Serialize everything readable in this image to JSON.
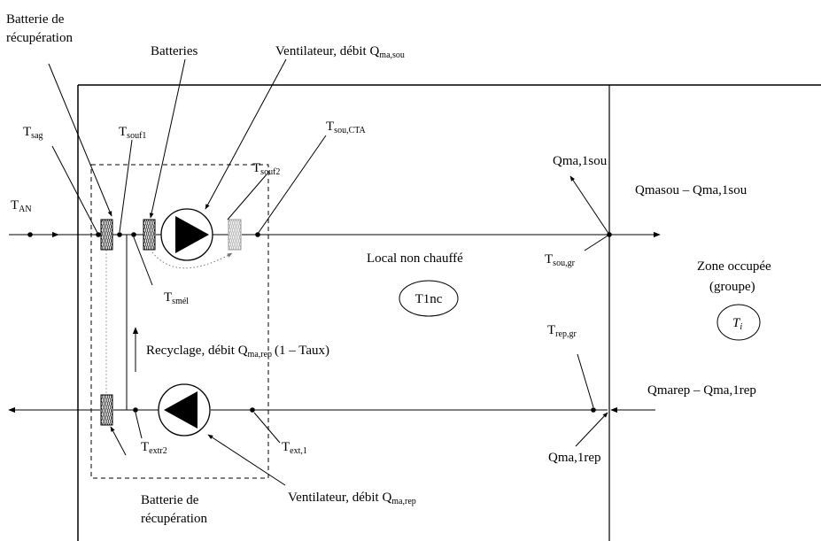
{
  "labels": {
    "batterie_recup_top_1": "Batterie de",
    "batterie_recup_top_2": "récupération",
    "batteries": "Batteries",
    "ventilateur_sou": "Ventilateur, débit Q",
    "ventilateur_sou_sub": "ma,sou",
    "ventilateur_rep": "Ventilateur, débit Q",
    "ventilateur_rep_sub": "ma,rep",
    "batterie_recup_bottom_1": "Batterie de",
    "batterie_recup_bottom_2": "récupération",
    "t_an": "T",
    "t_an_sub": "AN",
    "t_sag": "T",
    "t_sag_sub": "sag",
    "t_souf1": "T",
    "t_souf1_sub": "souf1",
    "t_souf2": "T",
    "t_souf2_sub": "souf2",
    "t_sou_cta": "T",
    "t_sou_cta_sub": "sou,CTA",
    "t_smel": "T",
    "t_smel_sub": "smél",
    "t_extr2": "T",
    "t_extr2_sub": "extr2",
    "t_ext1": "T",
    "t_ext1_sub": "ext,1",
    "t_sou_gr": "T",
    "t_sou_gr_sub": "sou,gr",
    "t_rep_gr": "T",
    "t_rep_gr_sub": "rep,gr",
    "qma_1sou": "Qma,1sou",
    "qmasou_diff": "Qmasou – Qma,1sou",
    "qmarep_diff": "Qmarep – Qma,1rep",
    "qma_1rep": "Qma,1rep",
    "local_non_chauffe": "Local non chauffé",
    "t1nc": "T1nc",
    "zone_occupee": "Zone occupée",
    "zone_groupe": "(groupe)",
    "ti": "T",
    "ti_sub": "i",
    "recyclage": "Recyclage, débit Q",
    "recyclage_sub": "ma,rep",
    "recyclage_tail": "(1 – Taux)"
  }
}
